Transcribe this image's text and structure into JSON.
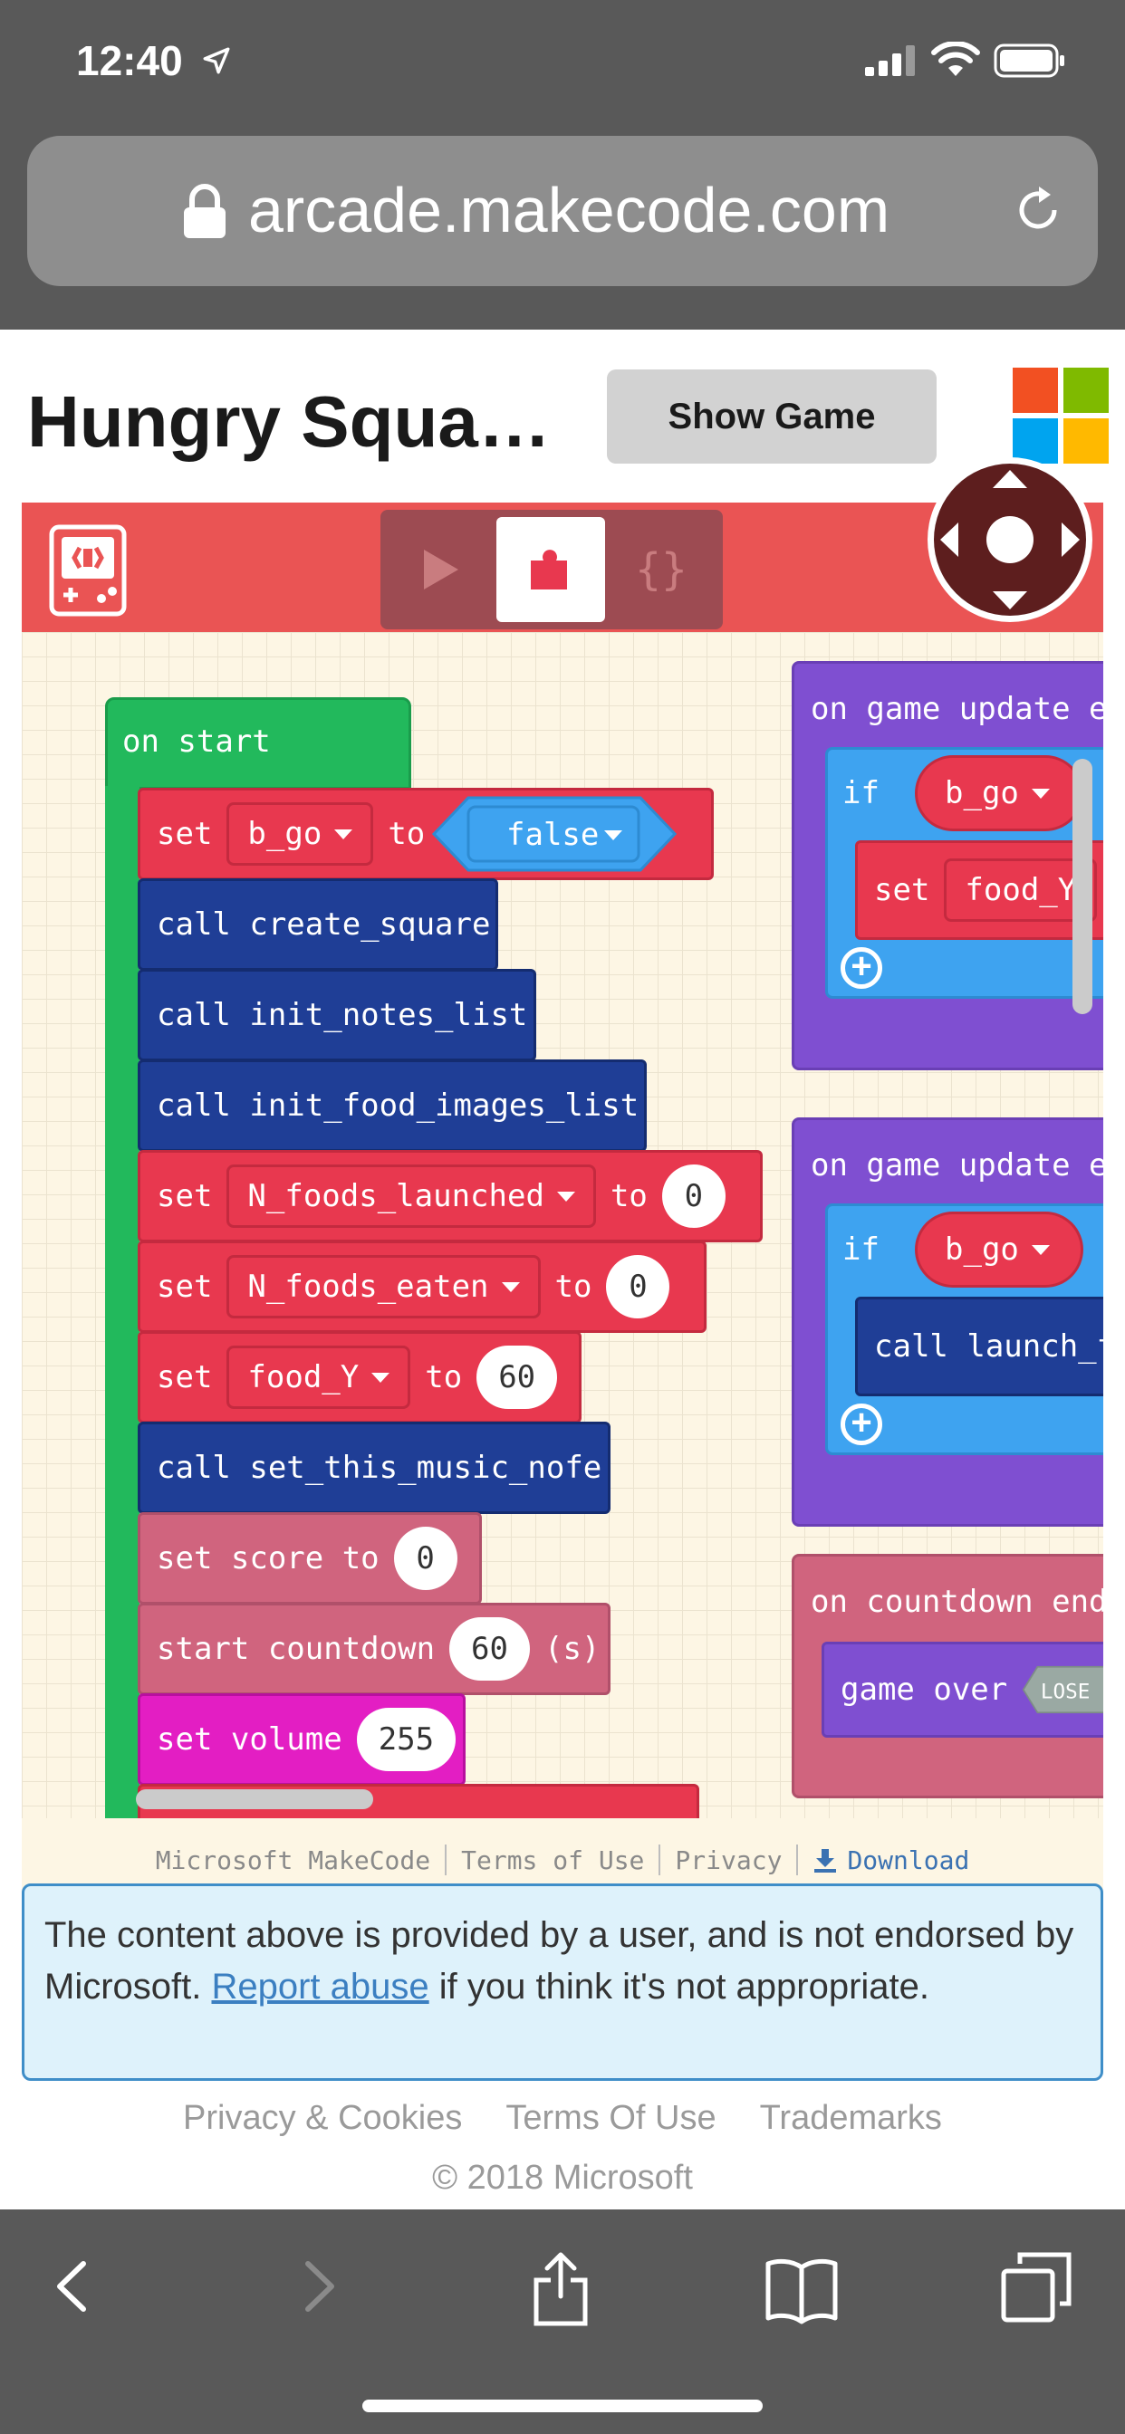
{
  "status_bar": {
    "time": "12:40"
  },
  "address_bar": {
    "url": "arcade.makecode.com"
  },
  "page": {
    "title": "Hungry Squa…",
    "show_game_label": "Show Game"
  },
  "editor": {
    "mode_js_label": "{}",
    "on_start": {
      "label": "on start",
      "blocks": [
        {
          "kw": "set",
          "var": "b_go",
          "to": "to",
          "value": "false"
        },
        {
          "text": "call create_square"
        },
        {
          "text": "call init_notes_list"
        },
        {
          "text": "call init_food_images_list"
        },
        {
          "kw": "set",
          "var": "N_foods_launched",
          "to": "to",
          "value": "0"
        },
        {
          "kw": "set",
          "var": "N_foods_eaten",
          "to": "to",
          "value": "0"
        },
        {
          "kw": "set",
          "var": "food_Y",
          "to": "to",
          "value": "60"
        },
        {
          "text": "call set_this_music_nofe"
        },
        {
          "text": "set score to",
          "value": "0"
        },
        {
          "text": "start countdown",
          "value": "60",
          "suffix": "(s)"
        },
        {
          "text": "set volume",
          "value": "255"
        }
      ]
    },
    "event1": {
      "label": "on game update e",
      "if": "if",
      "cond": "b_go",
      "inner_kw": "set",
      "inner_var": "food_Y"
    },
    "event2": {
      "label": "on game update e",
      "if": "if",
      "cond": "b_go",
      "inner": "call launch_f"
    },
    "event3": {
      "label": "on countdown end",
      "inner": "game over",
      "badge": "LOSE"
    }
  },
  "editor_footer": {
    "brand": "Microsoft MakeCode",
    "terms": "Terms of Use",
    "privacy": "Privacy",
    "download": "Download"
  },
  "notice": {
    "text_before": "The content above is provided by a user, and is not endorsed by Microsoft. ",
    "link": "Report abuse",
    "text_after": " if you think it's not appropriate."
  },
  "legal": {
    "links": [
      "Privacy & Cookies",
      "Terms Of Use",
      "Trademarks"
    ],
    "copyright": "© 2018 Microsoft"
  },
  "colors": {
    "editor_bar": "#ea5454",
    "on_start": "#22b95c",
    "variables": "#e8384f",
    "functions": "#1f3e96",
    "logic": "#3ea3f0",
    "events": "#7f4fd1",
    "info": "#d0647e",
    "music": "#e31ec3"
  }
}
